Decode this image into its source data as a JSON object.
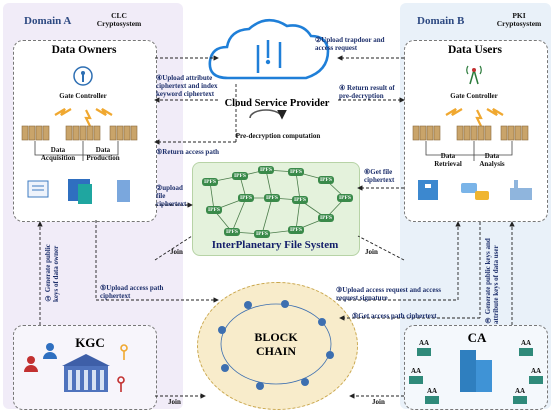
{
  "domains": {
    "a": {
      "title": "Domain A",
      "crypto": "CLC Cryptosystem"
    },
    "b": {
      "title": "Domain B",
      "crypto": "PKI Cryptosystem"
    }
  },
  "data_owners": {
    "title": "Data Owners",
    "gate": "Gate Controller",
    "acq": "Data Acquisition",
    "prod": "Data Production"
  },
  "data_users": {
    "title": "Data Users",
    "gate": "Gate Controller",
    "ret": "Data Retrieval",
    "ana": "Data Analysis"
  },
  "cloud": {
    "title": "Cloud Service Provider",
    "sub": "Pre-decryption computation"
  },
  "ipfs": {
    "title": "InterPlanetary File System",
    "node": "IPFS"
  },
  "kgc": {
    "title": "KGC"
  },
  "ca": {
    "title": "CA",
    "node": "AA"
  },
  "blockchain": {
    "line1": "BLOCK",
    "line2": "CHAIN"
  },
  "steps": {
    "s1": "① Generate public keys of data owner",
    "s2": "②Upload trapdoor and access request",
    "s2b": "②upload file ciphertext",
    "s3": "③ Generate public keys and attribute keys of data user",
    "s3b": "③Upload access request and access request signature",
    "s4a": "④Upload attribute ciphertext and index keyword ciphertext",
    "s4b": "④ Return result of pre-decryption",
    "s5a": "⑤Return access path",
    "s5b": "⑤Upload access path ciphertext",
    "s5c": "⑤Get access path ciphertext",
    "s6": "⑥Get file ciphertext"
  },
  "join": "Join",
  "colors": {
    "domain_a_bg": "#f1ecf8",
    "domain_b_bg": "#e9f1f9",
    "cloud_blue": "#1f7fd8",
    "ipfs_bg": "#e4f2dc",
    "ipfs_node": "#3a8a4a",
    "chain_bg": "#f8eccb",
    "annotation": "#1d2f6b",
    "ca_box": "#2f7fbf"
  }
}
